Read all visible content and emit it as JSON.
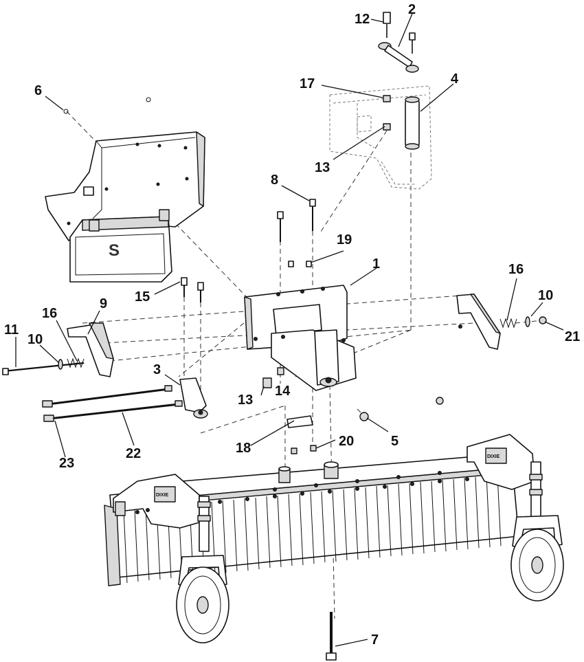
{
  "callouts": {
    "c1": "1",
    "c2": "2",
    "c3": "3",
    "c4": "4",
    "c5": "5",
    "c6": "6",
    "c7": "7",
    "c8": "8",
    "c9": "9",
    "c10a": "10",
    "c10b": "10",
    "c11": "11",
    "c12": "12",
    "c13a": "13",
    "c13b": "13",
    "c14": "14",
    "c15": "15",
    "c16a": "16",
    "c16b": "16",
    "c17": "17",
    "c18": "18",
    "c19": "19",
    "c20": "20",
    "c21": "21",
    "c22": "22",
    "c23": "23"
  },
  "decals": {
    "left": "DIXIE",
    "right": "DIXIE"
  }
}
